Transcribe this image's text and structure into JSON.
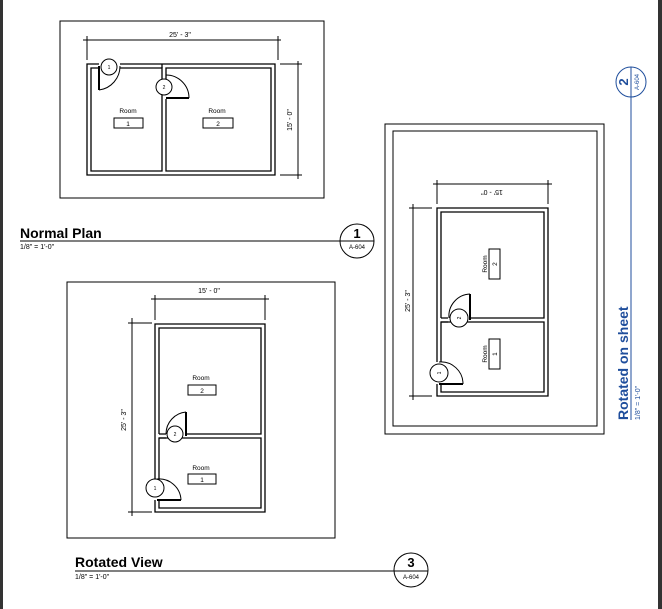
{
  "views": [
    {
      "title": "Normal Plan",
      "scale": "1/8\" = 1'-0\"",
      "number": "1",
      "sheet": "A-604",
      "dims": {
        "width": "25' - 3\"",
        "height": "15' - 0\""
      },
      "rooms": [
        {
          "name": "Room",
          "number": "1"
        },
        {
          "name": "Room",
          "number": "2"
        }
      ],
      "doors": [
        "1",
        "2"
      ]
    },
    {
      "title": "Rotated on sheet",
      "scale": "1/8\" = 1'-0\"",
      "number": "2",
      "sheet": "A-604",
      "dims": {
        "width": "15' - 0\"",
        "height": "25' - 3\""
      },
      "rooms": [
        {
          "name": "Room",
          "number": "1"
        },
        {
          "name": "Room",
          "number": "2"
        }
      ],
      "doors": [
        "1",
        "2"
      ]
    },
    {
      "title": "Rotated View",
      "scale": "1/8\" = 1'-0\"",
      "number": "3",
      "sheet": "A-604",
      "dims": {
        "width": "15' - 0\"",
        "height": "25' - 3\""
      },
      "rooms": [
        {
          "name": "Room",
          "number": "1"
        },
        {
          "name": "Room",
          "number": "2"
        }
      ],
      "doors": [
        "1",
        "2"
      ]
    }
  ],
  "colors": {
    "title_blue": "#1f4e9c",
    "line": "#000000"
  }
}
